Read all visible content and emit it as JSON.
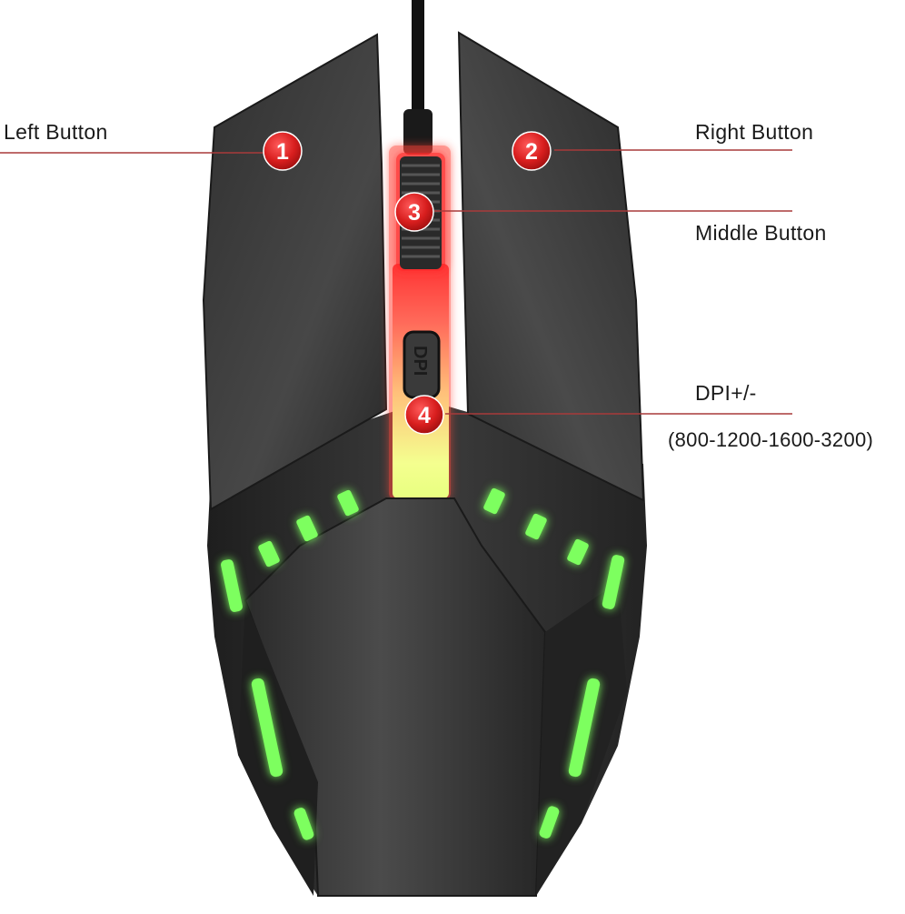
{
  "callouts": [
    {
      "number": "1",
      "label": "Left Button"
    },
    {
      "number": "2",
      "label": "Right Button"
    },
    {
      "number": "3",
      "label": "Middle Button"
    },
    {
      "number": "4",
      "label": "DPI+/-",
      "detail": "(800-1200-1600-3200)"
    }
  ],
  "dpi_button_text": "DPI",
  "colors": {
    "badge": "#d81e1e",
    "leader_line": "#a83a3a",
    "mouse_body": "#2c2c2c",
    "led_green": "#6cff5a",
    "led_red": "#ff2a2a",
    "led_yellow": "#f6ff8a"
  }
}
